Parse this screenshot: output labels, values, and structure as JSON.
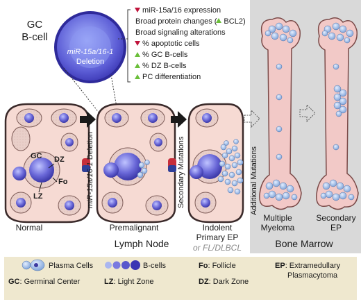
{
  "cell": {
    "top": "GC",
    "bottom": "B-cell",
    "circle_line1": "miR-15a/16-1",
    "circle_line2": "Deletion"
  },
  "effects": [
    {
      "arrow": "down",
      "text": "miR-15a/16 expression"
    },
    {
      "arrow": "none",
      "text": "Broad protein changes (",
      "extra": "BCL2)"
    },
    {
      "arrow": "none",
      "text": "Broad signaling alterations"
    },
    {
      "arrow": "down",
      "text": "% apoptotic cells"
    },
    {
      "arrow": "up",
      "text": "% GC B-cells"
    },
    {
      "arrow": "up",
      "text": "% DZ B-cells"
    },
    {
      "arrow": "up",
      "text": "PC differentiation"
    }
  ],
  "node_labels": {
    "gc": "GC",
    "dz": "DZ",
    "fo": "Fo",
    "lz": "LZ"
  },
  "transitions": {
    "deletion_a": "miR-15a/16-1",
    "deletion_b": " Deletion",
    "secondary": "Secondary Mutations",
    "additional": "Additional Mutations"
  },
  "stages": {
    "normal": "Normal",
    "premalignant": "Premalignant",
    "indolent_1": "Indolent",
    "indolent_2": "Primary EP",
    "indolent_3": "or FL/DLBCL",
    "lymph_node": "Lymph Node",
    "multiple_1": "Multiple",
    "multiple_2": "Myeloma",
    "secondary_1": "Secondary",
    "secondary_2": "EP",
    "bone_marrow": "Bone Marrow"
  },
  "legend": {
    "plasma": "Plasma Cells",
    "bcells": "B-cells",
    "fo_key": "Fo",
    "fo_val": ": Follicle",
    "ep_key": "EP",
    "ep_val_1": ": Extramedullary",
    "ep_val_2": "Plasmacytoma",
    "gc_key": "GC",
    "gc_val": ": Germinal Center",
    "lz_key": "LZ",
    "lz_val": ": Light Zone",
    "dz_key": "DZ",
    "dz_val": ": Dark Zone"
  },
  "colors": {
    "node_fill": "#f7d9d2",
    "node_edge": "#3a2a2a",
    "follicle": "#e6c9c3",
    "cell_dark": "#3d3aa0",
    "cell_mid": "#6d6bd1",
    "plasma": "#8fb2dd",
    "bone": "#f2c9c7",
    "panel": "#d9d9d9",
    "legend_bg": "#efe8cf",
    "arrow_down": "#c0143c",
    "arrow_up": "#6bbf3a"
  }
}
